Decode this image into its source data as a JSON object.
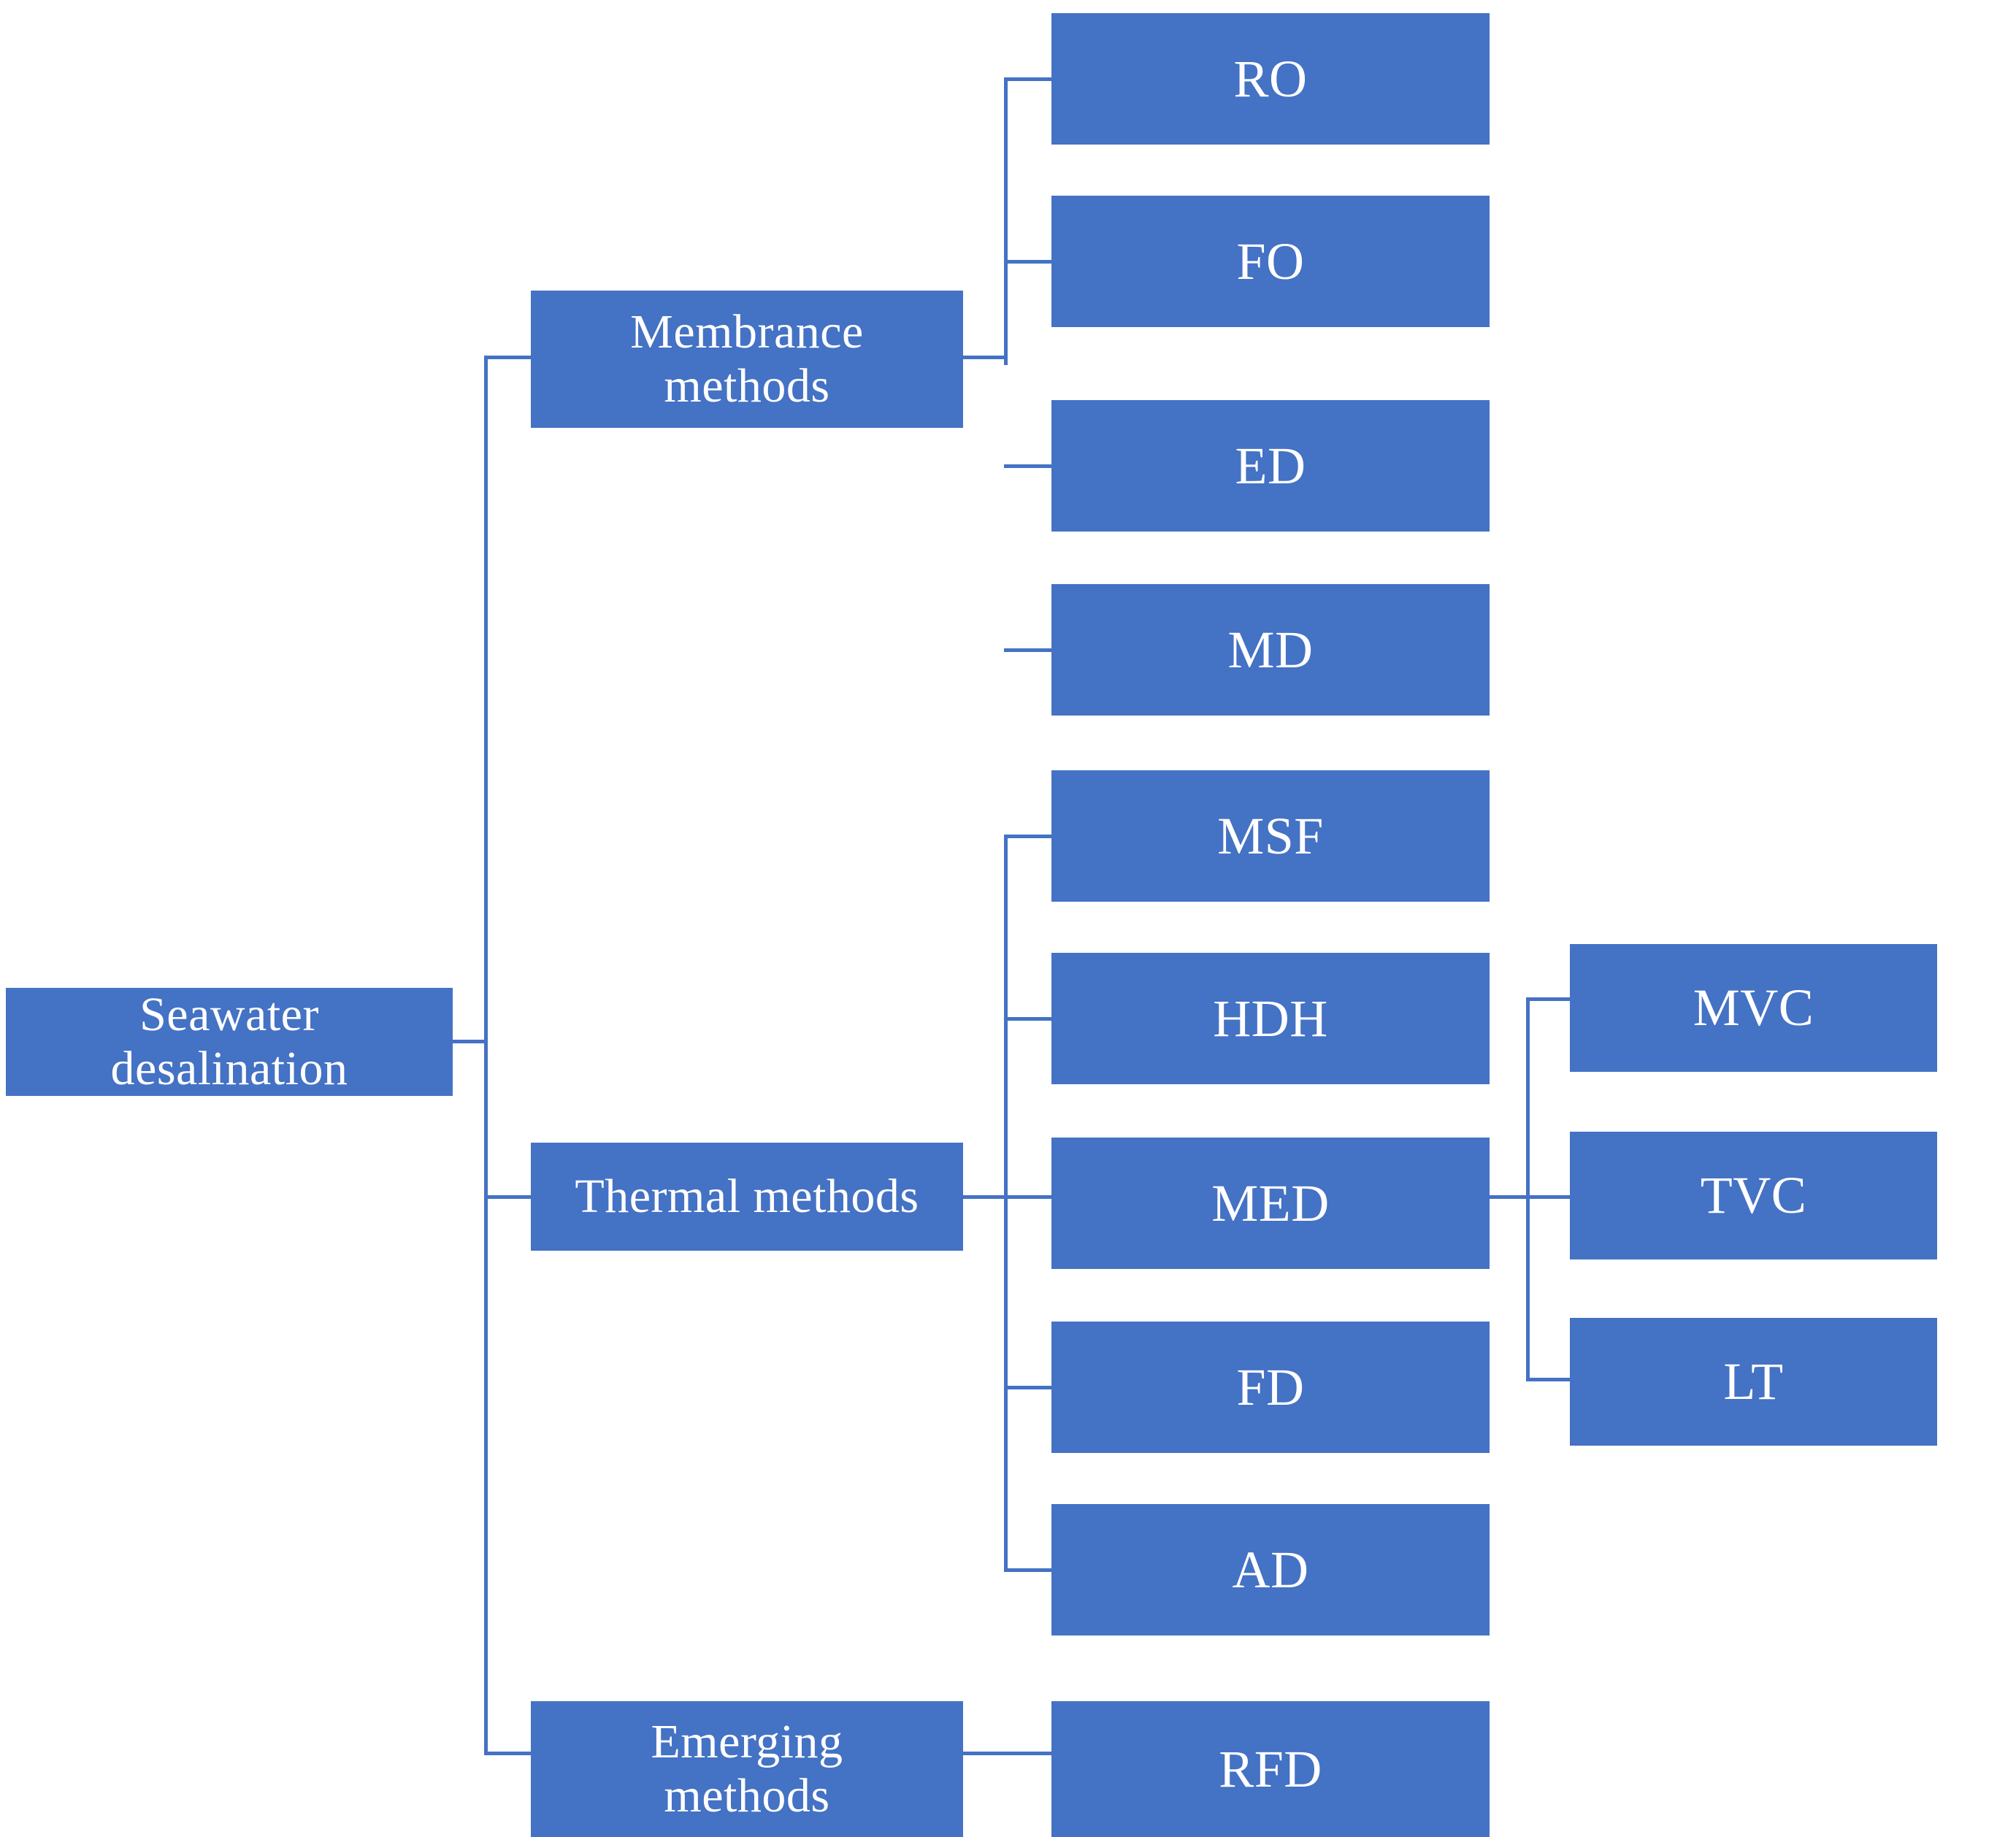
{
  "diagram": {
    "title": "Seawater desalination methods classification tree",
    "colors": {
      "box_fill": "#4472C4",
      "box_text": "#FFFFFF",
      "connector": "#4472C4",
      "background": "#FFFFFF"
    },
    "root": {
      "label": "Seawater\ndesalination"
    },
    "branches": [
      {
        "id": "membrane",
        "label": "Membrance\nmethods",
        "children": [
          {
            "id": "ro",
            "label": "RO"
          },
          {
            "id": "fo",
            "label": "FO"
          },
          {
            "id": "ed",
            "label": "ED"
          },
          {
            "id": "md",
            "label": "MD"
          }
        ]
      },
      {
        "id": "thermal",
        "label": "Thermal methods",
        "children": [
          {
            "id": "msf",
            "label": "MSF"
          },
          {
            "id": "hdh",
            "label": "HDH"
          },
          {
            "id": "med",
            "label": "MED",
            "children": [
              {
                "id": "mvc",
                "label": "MVC"
              },
              {
                "id": "tvc",
                "label": "TVC"
              },
              {
                "id": "lt",
                "label": "LT"
              }
            ]
          },
          {
            "id": "fd",
            "label": "FD"
          },
          {
            "id": "ad",
            "label": "AD"
          }
        ]
      },
      {
        "id": "emerging",
        "label": "Emerging\nmethods",
        "children": [
          {
            "id": "rfd",
            "label": "RFD"
          }
        ]
      }
    ]
  }
}
